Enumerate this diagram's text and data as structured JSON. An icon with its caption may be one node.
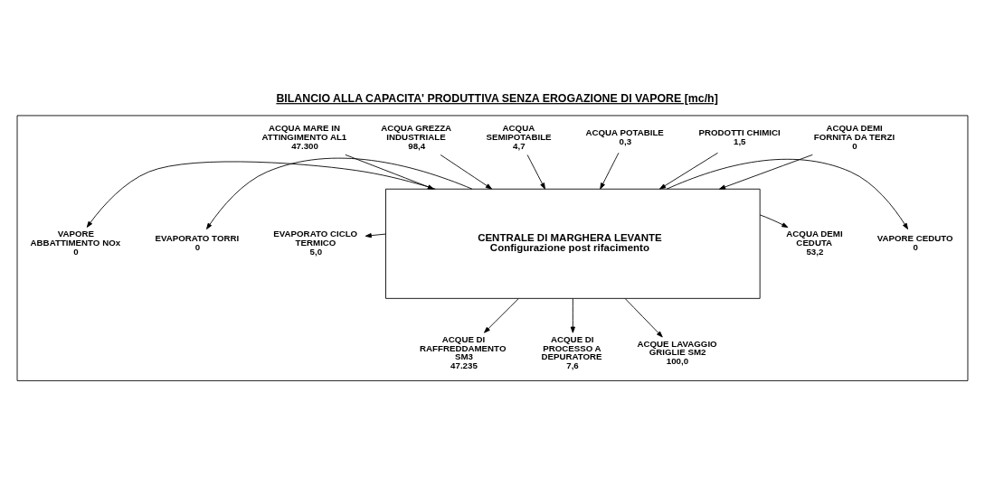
{
  "diagram": {
    "title": "BILANCIO ALLA CAPACITA' PRODUTTIVA SENZA EROGAZIONE DI VAPORE [mc/h]",
    "nodes": [
      {
        "text": [],
        "shape": "box"
      },
      {
        "text": [
          "ACQUA MARE IN ATTINGIMENTO AL1",
          "47.300"
        ],
        "in": 0
      },
      {
        "text": [
          "ACQUA GREZZA INDUSTRIALE",
          "98,4"
        ],
        "in": 0
      },
      {
        "text": [
          "ACQUA SEMIPOTABILE",
          "4,7"
        ],
        "in": 0
      },
      {
        "text": [
          "ACQUA POTABILE",
          "0,3"
        ],
        "in": 0
      },
      {
        "text": [
          "PRODOTTI CHIMICI",
          "1,5"
        ],
        "in": 0
      },
      {
        "text": [
          "ACQUA DEMI FORNITA DA TERZI",
          "0"
        ],
        "in": 0
      },
      {
        "text": [
          "EVAPORATO CICLO TERMICO",
          "5,0"
        ],
        "in": 0
      },
      {
        "text": [
          "EVAPORATO TORRI",
          "0"
        ],
        "in": 0
      },
      {
        "text": [
          "VAPORE ABBATTIMENTO NOx",
          "0"
        ],
        "in": 0
      },
      {
        "text": [
          "CENTRALE DI MARGHERA LEVANTE",
          "Configurazione post rifacimento"
        ],
        "in": 0
      },
      {
        "text": [
          "ACQUA DEMI CEDUTA",
          "53,2"
        ],
        "in": 0
      },
      {
        "text": [
          "VAPORE CEDUTO",
          "0"
        ],
        "in": 0
      },
      {
        "text": [
          "ACQUE DI RAFFREDDAMENTO SM3",
          "47.235"
        ],
        "in": 0
      },
      {
        "text": [
          "ACQUE DI PROCESSO A DEPURATORE",
          "7,6"
        ],
        "in": 0
      },
      {
        "text": [
          "ACQUE LAVAGGIO GRIGLIE SM2",
          "100,0"
        ],
        "in": 0
      }
    ],
    "edges": [
      {
        "from": 1,
        "to": 10,
        "arrow": "to"
      },
      {
        "from": 2,
        "to": 10,
        "arrow": "to"
      },
      {
        "from": 3,
        "to": 10,
        "arrow": "to"
      },
      {
        "from": 4,
        "to": 10,
        "arrow": "to"
      },
      {
        "from": 5,
        "to": 10,
        "arrow": "to"
      },
      {
        "from": 6,
        "to": 10,
        "arrow": "to"
      },
      {
        "from": 10,
        "to": 7,
        "arrow": "to"
      },
      {
        "from": 10,
        "to": 8,
        "arrow": "to"
      },
      {
        "from": 10,
        "to": 9,
        "arrow": "to"
      },
      {
        "from": 10,
        "to": 11,
        "arrow": "to"
      },
      {
        "from": 10,
        "to": 12,
        "arrow": "to"
      },
      {
        "from": 10,
        "to": 13,
        "arrow": "to"
      },
      {
        "from": 10,
        "to": 14,
        "arrow": "to"
      },
      {
        "from": 10,
        "to": 15,
        "arrow": "to"
      }
    ]
  }
}
